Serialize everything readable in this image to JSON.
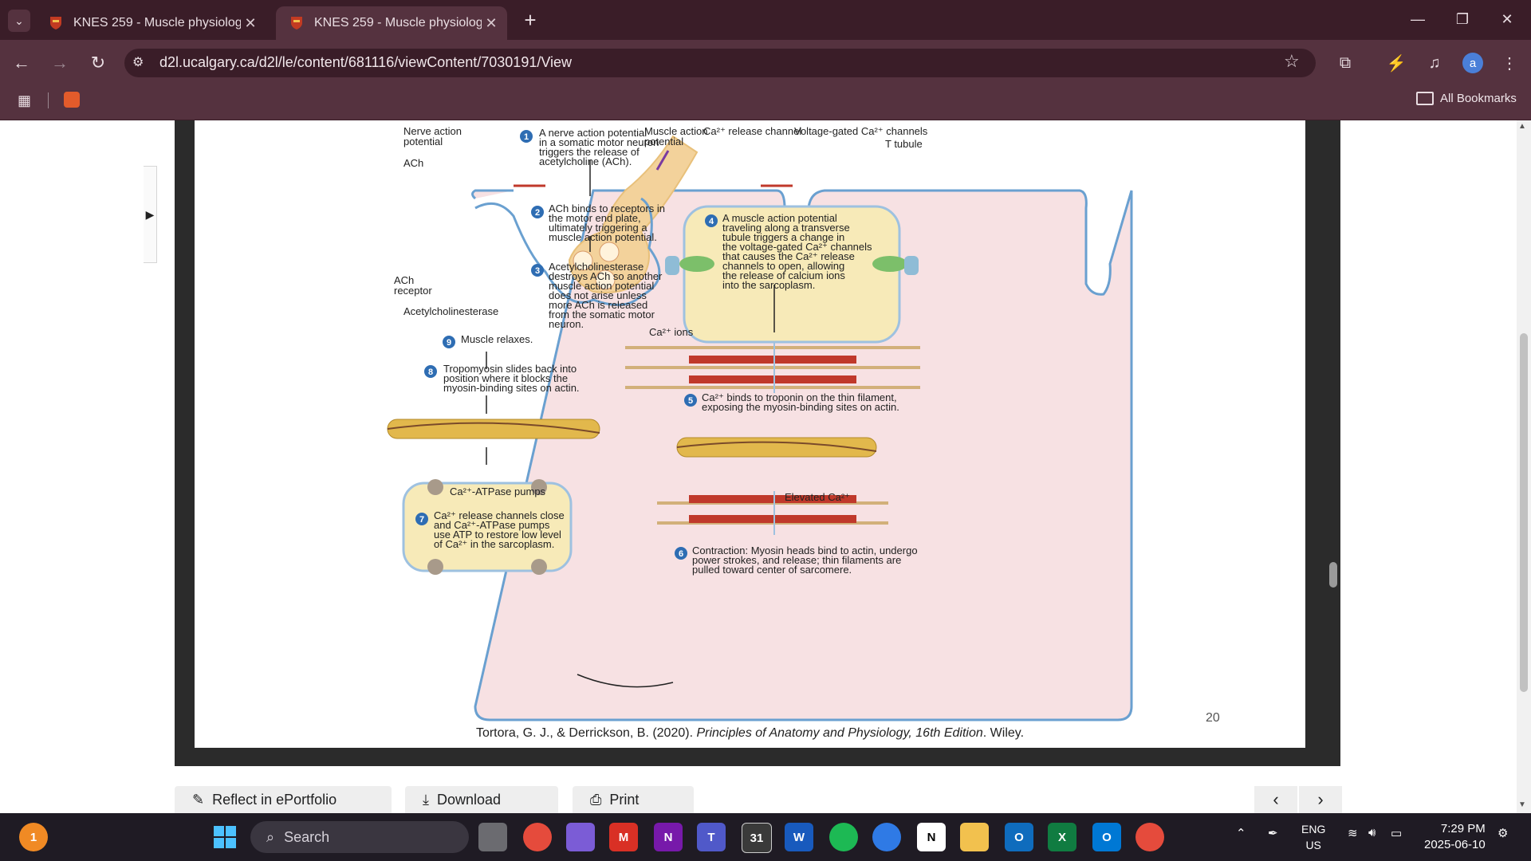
{
  "browser": {
    "tabs": [
      {
        "title": "KNES 259 - Muscle physiology"
      },
      {
        "title": "KNES 259 - Muscle physiology"
      }
    ],
    "url": "d2l.ucalgary.ca/d2l/le/content/681116/viewContent/7030191/View",
    "bookmarks_label": "All Bookmarks",
    "profile_initial": "a"
  },
  "diagram": {
    "labels": {
      "nerve_ap": [
        "Nerve action",
        "potential"
      ],
      "ach": "ACh",
      "ach_receptor": [
        "ACh",
        "receptor"
      ],
      "acetylcholinesterase": "Acetylcholinesterase",
      "muscle_ap": [
        "Muscle action",
        "potential"
      ],
      "ca_release_channel": "Ca²⁺ release channel",
      "vg_channels": "Voltage-gated Ca²⁺ channels",
      "t_tubule": "T tubule",
      "ca_ions": "Ca²⁺ ions",
      "atpase_pumps": "Ca²⁺-ATPase pumps",
      "elevated_ca": "Elevated Ca²⁺"
    },
    "steps": [
      {
        "n": "1",
        "lines": [
          "A nerve action potential",
          "in a somatic motor neuron",
          "triggers the release of",
          "acetylcholine (ACh)."
        ]
      },
      {
        "n": "2",
        "lines": [
          "ACh binds to receptors in",
          "the motor end plate,",
          "ultimately triggering a",
          "muscle action potential."
        ]
      },
      {
        "n": "3",
        "lines": [
          "Acetylcholinesterase",
          "destroys ACh so another",
          "muscle action potential",
          "does not arise unless",
          "more ACh is released",
          "from the somatic motor",
          "neuron."
        ]
      },
      {
        "n": "4",
        "lines": [
          "A muscle action potential",
          "traveling along a transverse",
          "tubule triggers a change in",
          "the voltage-gated Ca²⁺ channels",
          "that causes the Ca²⁺ release",
          "channels to open, allowing",
          "the release of calcium ions",
          "into the sarcoplasm."
        ]
      },
      {
        "n": "5",
        "lines": [
          "Ca²⁺ binds to troponin on the thin filament,",
          "exposing the myosin-binding sites on actin."
        ]
      },
      {
        "n": "6",
        "lines": [
          "Contraction: Myosin heads bind to actin, undergo",
          "power strokes, and release; thin filaments are",
          "pulled toward center of sarcomere."
        ]
      },
      {
        "n": "7",
        "lines": [
          "Ca²⁺ release channels close",
          "and Ca²⁺-ATPase pumps",
          "use ATP to restore low level",
          "of Ca²⁺ in the sarcoplasm."
        ]
      },
      {
        "n": "8",
        "lines": [
          "Tropomyosin slides back into",
          "position where it blocks the",
          "myosin-binding sites on actin."
        ]
      },
      {
        "n": "9",
        "lines": [
          "Muscle relaxes."
        ]
      }
    ]
  },
  "slide": {
    "citation_authors": "Tortora, G. J., & Derrickson, B. (2020). ",
    "citation_title": "Principles of Anatomy and Physiology, 16th Edition",
    "citation_tail": ". Wiley.",
    "page_number": "20"
  },
  "actions": {
    "reflect": "Reflect in ePortfolio",
    "download": "Download",
    "print": "Print"
  },
  "taskbar": {
    "search_placeholder": "Search",
    "notification_count": "1",
    "language": [
      "ENG",
      "US"
    ],
    "time": "7:29 PM",
    "date": "2025-06-10"
  },
  "colors": {
    "tab_bar": "#3a1d28",
    "toolbar": "#55323f",
    "diagram_bg": "#f7e1e3",
    "membrane": "#6aa0d0",
    "step_circle": "#2e6db3"
  }
}
